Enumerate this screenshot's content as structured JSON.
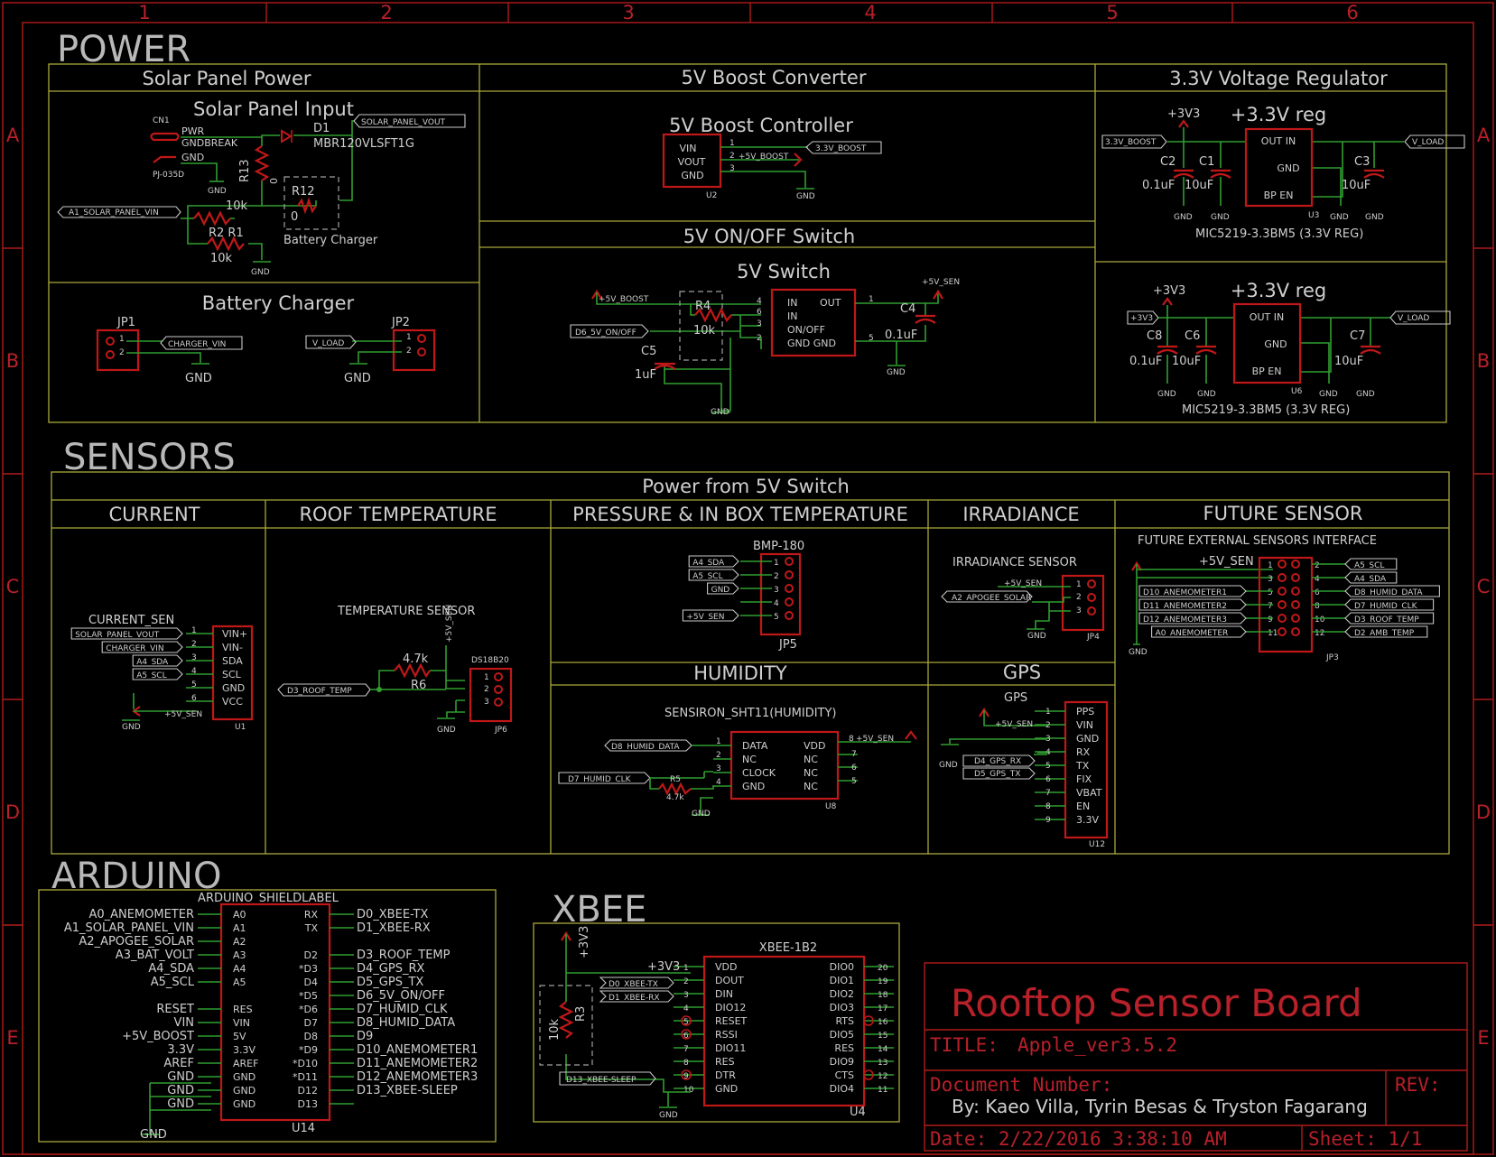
{
  "frame": {
    "cols": [
      "1",
      "2",
      "3",
      "4",
      "5",
      "6"
    ],
    "rows": [
      "A",
      "B",
      "C",
      "D",
      "E"
    ]
  },
  "sections": {
    "power": "POWER",
    "sensors": "SENSORS",
    "arduino": "ARDUINO",
    "xbee": "XBEE"
  },
  "power": {
    "solar_panel_power": "Solar Panel Power",
    "solar_panel_input": "Solar Panel Input",
    "cn1": "CN1",
    "pwr": "PWR",
    "gndbreak": "GNDBREAK",
    "gnd_pin": "GND",
    "pj035d": "PJ-035D",
    "d1": "D1",
    "d1_part": "MBR120VLSFT1G",
    "solar_panel_vout": "SOLAR_PANEL_VOUT",
    "r13": "R13",
    "r13_val": "0",
    "r12": "R12",
    "r12_val": "0",
    "battery_charger_lbl": "Battery Charger",
    "a1_solar": "A1_SOLAR_PANEL_VIN",
    "r1r2": "R2 R1",
    "val_10k_a": "10k",
    "val_10k_b": "10k",
    "gnd": "GND",
    "battery_charger": "Battery Charger",
    "jp1": "JP1",
    "jp2": "JP2",
    "charger_vin": "CHARGER_VIN",
    "v_load": "V_LOAD",
    "boost_converter": "5V Boost Converter",
    "boost_controller": "5V Boost Controller",
    "vin": "VIN",
    "vout": "VOUT",
    "u2": "U2",
    "p5v_boost": "+5V_BOOST",
    "boost_33": "3.3V_BOOST",
    "onoff_switch": "5V ON/OFF Switch",
    "switch_5v": "5V Switch",
    "d6_onoff": "D6_5V_ON/OFF",
    "r4": "R4",
    "r4_val": "10k",
    "c5": "C5",
    "c5_val": "1uF",
    "in": "IN",
    "out": "OUT",
    "onoff": "ON/OFF",
    "gndgnd": "GND  GND",
    "c4": "C4",
    "c4_val": "0.1uF",
    "p5v_sen": "+5V_SEN",
    "reg_section": "3.3V Voltage Regulator",
    "reg_title": "+3.3V reg",
    "p3v3": "+3V3",
    "boost33_net": "3.3V_BOOST",
    "c2": "C2",
    "c1": "C1",
    "c3": "C3",
    "c8": "C8",
    "c6": "C6",
    "c7": "C7",
    "v01uf": "0.1uF",
    "v10uf": "10uF",
    "out_in": "OUT  IN",
    "bp_en": "BP   EN",
    "u3": "U3",
    "u6": "U6",
    "mic": "MIC5219-3.3BM5 (3.3V REG)"
  },
  "sensors": {
    "power_from": "Power from 5V Switch",
    "current": "CURRENT",
    "roof_temp": "ROOF TEMPERATURE",
    "pressure": "PRESSURE & IN BOX TEMPERATURE",
    "irradiance": "IRRADIANCE",
    "future": "FUTURE SENSOR",
    "humidity": "HUMIDITY",
    "gps": "GPS",
    "current_sen": "CURRENT_SEN",
    "current_nets": [
      "SOLAR_PANEL_VOUT",
      "CHARGER_VIN",
      "A4_SDA",
      "A5_SCL",
      "",
      ""
    ],
    "current_pins": [
      "VIN+",
      "VIN-",
      "SDA",
      "SCL",
      "GND",
      "VCC"
    ],
    "u1": "U1",
    "temp_sensor": "TEMPERATURE SENSOR",
    "r6_val": "4.7k",
    "r6": "R6",
    "ds18b20": "DS18B20",
    "d3_roof": "D3_ROOF_TEMP",
    "jp6": "JP6",
    "bmp": "BMP-180",
    "bmp_nets": [
      "A4_SDA",
      "A5_SCL",
      "GND",
      "",
      "+5V_SEN"
    ],
    "jp5": "JP5",
    "irr_sensor": "IRRADIANCE SENSOR",
    "a2_apogee": "A2_APOGEE_SOLAR",
    "jp4": "JP4",
    "future_iface": "FUTURE EXTERNAL SENSORS INTERFACE",
    "future_left": [
      "D10_ANEMOMETER1",
      "D11_ANEMOMETER2",
      "D12_ANEMOMETER3",
      "A0_ANEMOMETER"
    ],
    "future_right": [
      "A5_SCL",
      "A4_SDA",
      "D8_HUMID_DATA",
      "D7_HUMID_CLK",
      "D3_ROOF_TEMP",
      "D2_AMB_TEMP"
    ],
    "future_lpins": [
      "1",
      "3",
      "5",
      "7",
      "9",
      "11"
    ],
    "future_rpins": [
      "2",
      "4",
      "6",
      "8",
      "10",
      "12"
    ],
    "jp3": "JP3",
    "sht11": "SENSIRON_SHT11(HUMIDITY)",
    "d8_humid": "D8_HUMID_DATA",
    "d7_humid": "D7_HUMID_CLK",
    "r5": "R5",
    "r5_val": "4.7k",
    "sht_left": [
      "DATA",
      "NC",
      "CLOCK",
      "GND"
    ],
    "sht_right": [
      "VDD",
      "NC",
      "NC",
      "NC"
    ],
    "u8": "U8",
    "gps_title": "GPS",
    "gps_pins": [
      "PPS",
      "VIN",
      "GND",
      "RX",
      "TX",
      "FIX",
      "VBAT",
      "EN",
      "3.3V"
    ],
    "d4_gps": "D4_GPS_RX",
    "d5_gps": "D5_GPS_TX",
    "u12": "U12"
  },
  "arduino": {
    "label": "ARDUINO_SHIELDLABEL",
    "left_nets": [
      "A0_ANEMOMETER",
      "A1_SOLAR_PANEL_VIN",
      "A2_APOGEE_SOLAR",
      "A3_BAT_VOLT",
      "A4_SDA",
      "A5_SCL",
      "",
      "RESET",
      "VIN",
      "+5V_BOOST",
      "3.3V",
      "AREF",
      "GND",
      "GND",
      "GND"
    ],
    "left_pins": [
      "A0",
      "A1",
      "A2",
      "A3",
      "A4",
      "A5",
      "",
      "RES",
      "VIN",
      "5V",
      "3.3V",
      "AREF",
      "GND",
      "GND",
      "GND"
    ],
    "right_pins": [
      "RX",
      "TX",
      "",
      "D2",
      "*D3",
      "D4",
      "*D5",
      "*D6",
      "D7",
      "D8",
      "*D9",
      "*D10",
      "*D11",
      "D12",
      "D13"
    ],
    "right_nets": [
      "D0_XBEE-TX",
      "D1_XBEE-RX",
      "",
      "D3_ROOF_TEMP",
      "D4_GPS_RX",
      "D5_GPS_TX",
      "D6_5V_ON/OFF",
      "D7_HUMID_CLK",
      "D8_HUMID_DATA",
      "D9",
      "D10_ANEMOMETER1",
      "D11_ANEMOMETER2",
      "D12_ANEMOMETER3",
      "D13_XBEE-SLEEP",
      ""
    ],
    "u14": "U14",
    "gnd": "GND"
  },
  "xbee": {
    "part": "XBEE-1B2",
    "p3v3": "+3V3",
    "r3": "R3",
    "r3_val": "10k",
    "d0": "D0_XBEE-TX",
    "d1": "D1_XBEE-RX",
    "d13": "D13_XBEE-SLEEP",
    "left_pins": [
      "VDD",
      "DOUT",
      "DIN",
      "DIO12",
      "RESET",
      "RSSI",
      "DIO11",
      "RES",
      "DTR",
      "GND"
    ],
    "right_pins": [
      "DIO0",
      "DIO1",
      "DIO2",
      "DIO3",
      "RTS",
      "DIO5",
      "RES",
      "DIO9",
      "CTS",
      "DIO4"
    ],
    "right_nums": [
      "20",
      "19",
      "18",
      "17",
      "16",
      "15",
      "14",
      "13",
      "12",
      "11"
    ],
    "u4": "U4",
    "gnd": "GND"
  },
  "titleblock": {
    "board": "Rooftop Sensor Board",
    "title_lbl": "TITLE:",
    "title_val": "Apple_ver3.5.2",
    "docnum": "Document Number:",
    "rev": "REV:",
    "by": "By: Kaeo Villa, Tyrin Besas & Tryston Fagarang",
    "date": "Date: 2/22/2016 3:38:10 AM",
    "sheet": "Sheet: 1/1"
  }
}
